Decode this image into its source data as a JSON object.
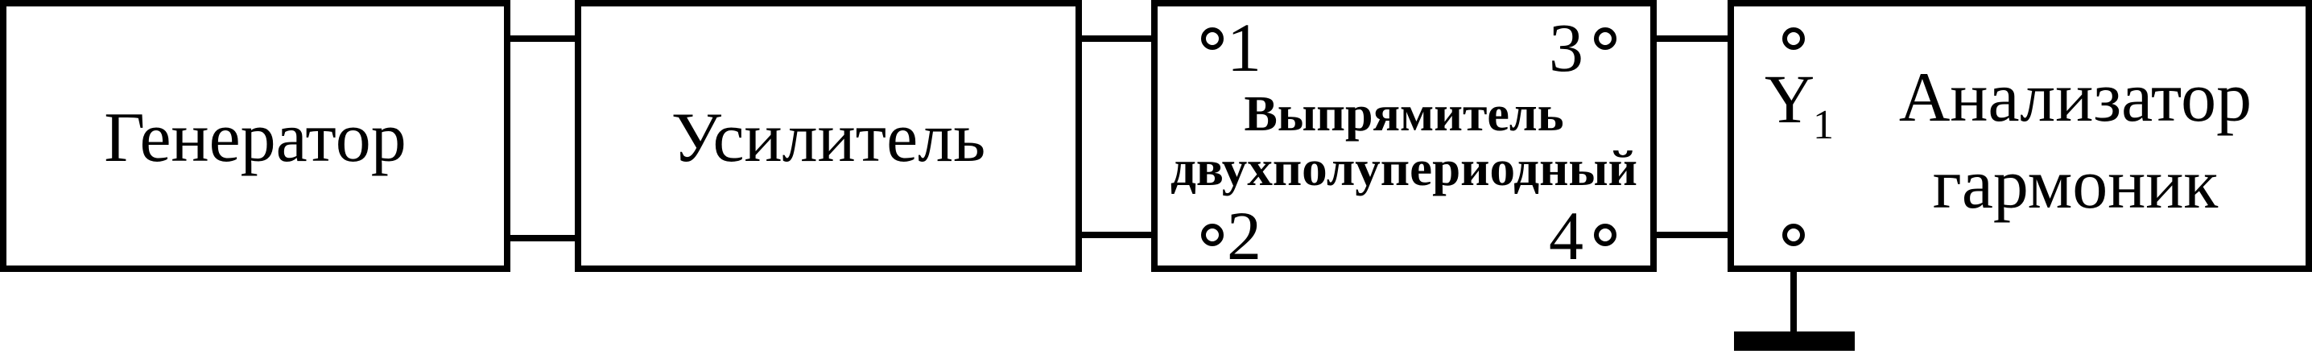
{
  "diagram": {
    "generator": {
      "label": "Генератор"
    },
    "amplifier": {
      "label": "Усилитель"
    },
    "rectifier": {
      "title_line1": "Выпрямитель",
      "title_line2": "двухполупериодный",
      "terminals": {
        "t1": "1",
        "t2": "2",
        "t3": "3",
        "t4": "4"
      }
    },
    "analyzer": {
      "input_label": "Y",
      "input_sub": "1",
      "title_line1": "Анализатор",
      "title_line2": "гармоник"
    }
  }
}
